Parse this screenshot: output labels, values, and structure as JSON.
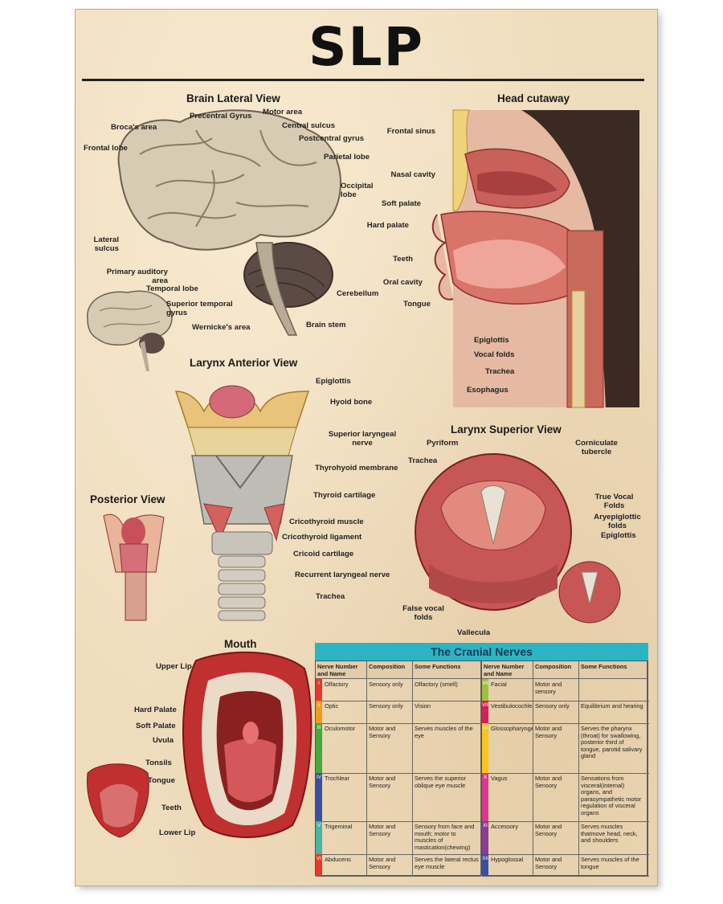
{
  "poster_title": "SLP",
  "sections": {
    "brain": "Brain Lateral View",
    "head": "Head cutaway",
    "larynx_anterior": "Larynx Anterior View",
    "larynx_superior": "Larynx Superior View",
    "posterior": "Posterior View",
    "mouth": "Mouth"
  },
  "brain_labels": [
    "Precentral Gyrus",
    "Motor area",
    "Broca's area",
    "Central sulcus",
    "Postcentral gyrus",
    "Frontal lobe",
    "Parietal lobe",
    "Occipital lobe",
    "Lateral sulcus",
    "Primary auditory area",
    "Temporal lobe",
    "Cerebellum",
    "Superior temporal gyrus",
    "Wernicke's area",
    "Brain stem"
  ],
  "head_labels": [
    "Frontal sinus",
    "Nasal cavity",
    "Soft palate",
    "Hard palate",
    "Teeth",
    "Oral cavity",
    "Tongue",
    "Epiglottis",
    "Vocal folds",
    "Trachea",
    "Esophagus"
  ],
  "larynx_anterior_labels": [
    "Epiglottis",
    "Hyoid bone",
    "Superior laryngeal nerve",
    "Thyrohyoid membrane",
    "Thyroid cartilage",
    "Cricothyroid muscle",
    "Cricothyroid ligament",
    "Cricoid cartilage",
    "Recurrent laryngeal nerve",
    "Trachea"
  ],
  "larynx_superior_labels": [
    "Pyriform",
    "Corniculate tubercle",
    "Trachea",
    "True Vocal Folds",
    "Aryepiglottic folds",
    "Epiglottis",
    "False vocal folds",
    "Vallecula"
  ],
  "mouth_labels": [
    "Upper Lip",
    "Hard Palate",
    "Soft Palate",
    "Uvula",
    "Tonsils",
    "Tongue",
    "Teeth",
    "Lower Lip"
  ],
  "cranial_table": {
    "title": "The Cranial Nerves",
    "headers": [
      "Nerve Number and Name",
      "Composition",
      "Some Functions"
    ],
    "left_rows": [
      {
        "num": "I",
        "name": "Olfactory",
        "comp": "Sensory only",
        "func": "Olfactory (smell)",
        "color": "#e8372c"
      },
      {
        "num": "II",
        "name": "Optic",
        "comp": "Sensory only",
        "func": "Vision",
        "color": "#f39a1e"
      },
      {
        "num": "III",
        "name": "Oculomotor",
        "comp": "Motor and Sensory",
        "func": "Serves muscles of the eye",
        "color": "#49a83b"
      },
      {
        "num": "IV",
        "name": "Trochlear",
        "comp": "Motor and Sensory",
        "func": "Serves the superior oblique eye muscle",
        "color": "#3a4fa0"
      },
      {
        "num": "V",
        "name": "Trigeminal",
        "comp": "Motor and Sensory",
        "func": "Sensory from face and mouth; motor to muscles of mastication(chewing)",
        "color": "#4db3a4"
      },
      {
        "num": "VI",
        "name": "Abducens",
        "comp": "Motor and Sensory",
        "func": "Serves the lateral rectus eye muscle",
        "color": "#e8372c"
      }
    ],
    "right_rows": [
      {
        "num": "VII",
        "name": "Facial",
        "comp": "Motor and sensory",
        "func": "",
        "color": "#9bc23c"
      },
      {
        "num": "VIII",
        "name": "Vestibulocochlear",
        "comp": "Sensory only",
        "func": "Equilibrium and hearing",
        "color": "#d61f5b"
      },
      {
        "num": "IX",
        "name": "Glossopharyngeal",
        "comp": "Motor and Sensory",
        "func": "Serves the pharynx (throat) for swallowing, posterior third of tongue, parotid salivary gland",
        "color": "#f7c51e"
      },
      {
        "num": "X",
        "name": "Vagus",
        "comp": "Motor and Sensory",
        "func": "Sensations from visceral(internal) organs, and parasympathetic motor regulation of visceral organs",
        "color": "#d63a8a"
      },
      {
        "num": "XI",
        "name": "Accessory",
        "comp": "Motor and Sensory",
        "func": "Serves muscles thatmove head, neck, and shoulders",
        "color": "#8a3d91"
      },
      {
        "num": "XII",
        "name": "Hypoglossal",
        "comp": "Motor and Sensory",
        "func": "Serves muscles of the tongue",
        "color": "#3a4fa0"
      }
    ]
  }
}
